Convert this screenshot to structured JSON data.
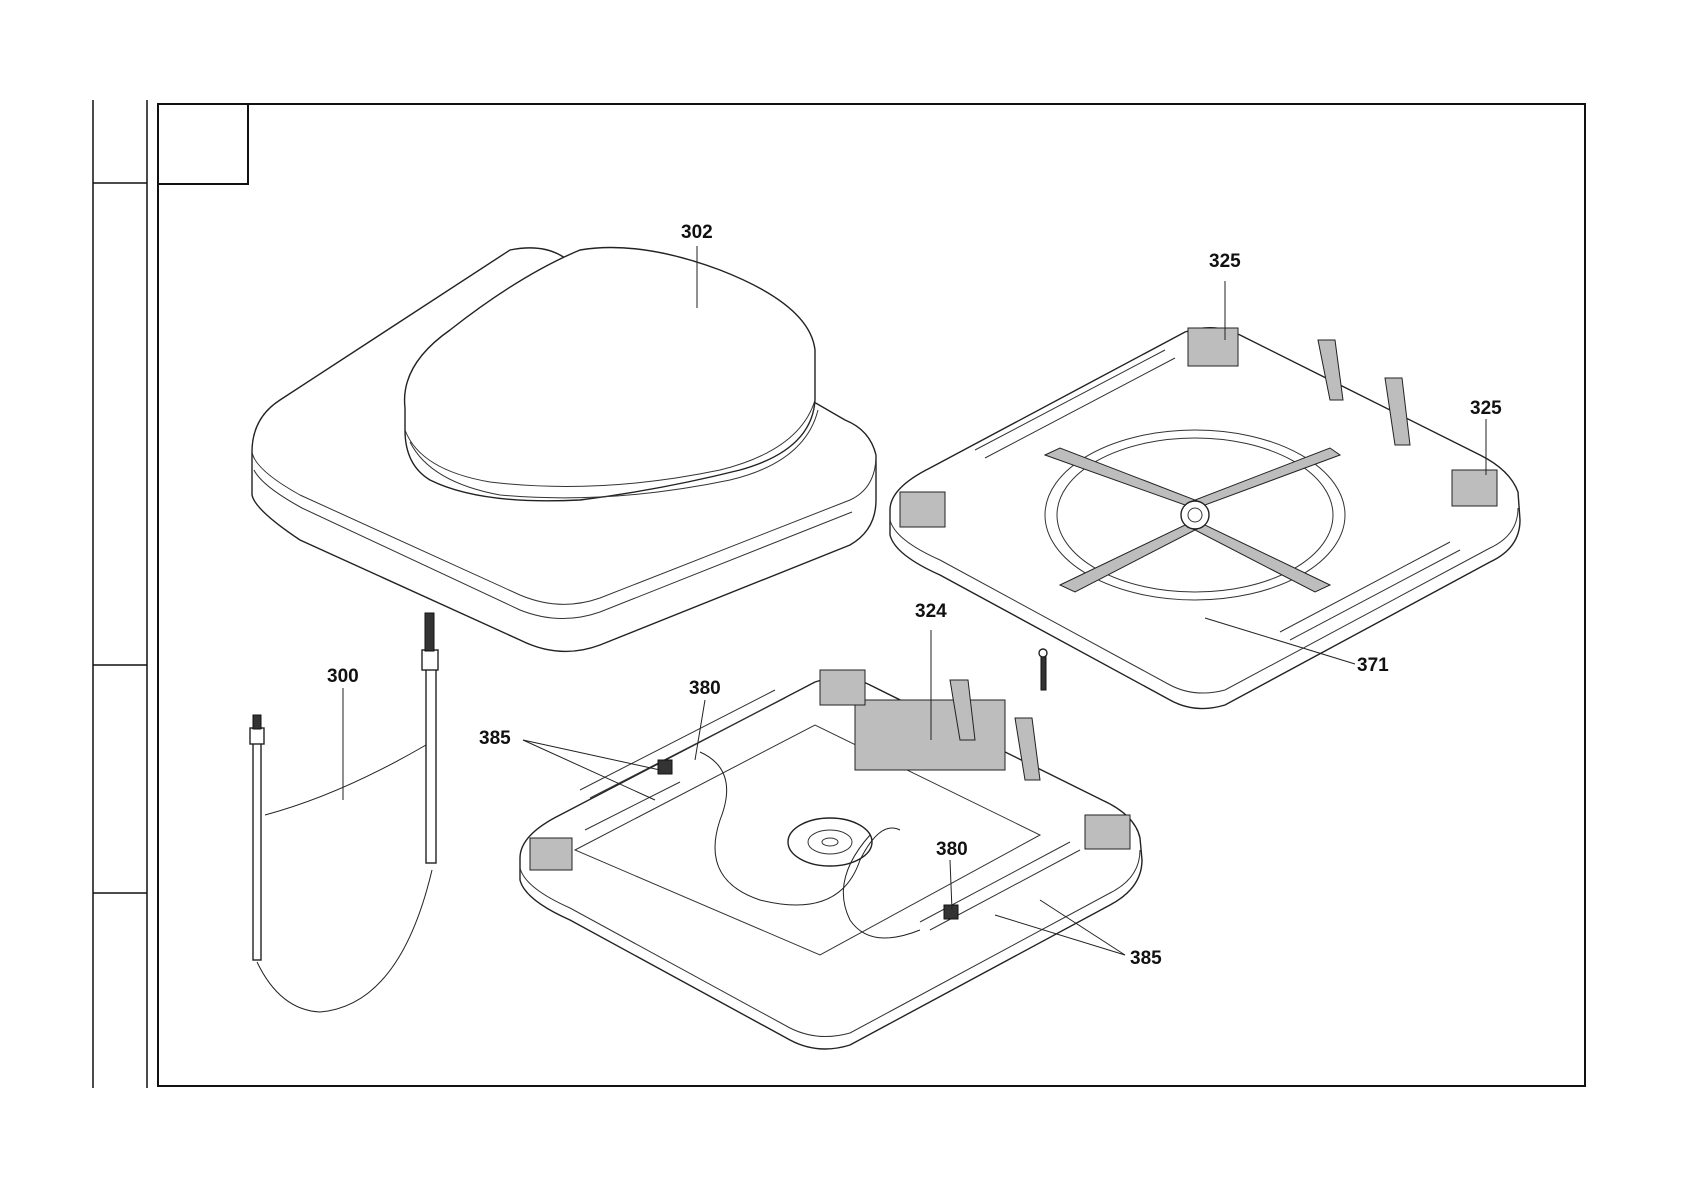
{
  "callouts": {
    "c302": "302",
    "c325a": "325",
    "c325b": "325",
    "c300": "300",
    "c324": "324",
    "c371": "371",
    "c380a": "380",
    "c380b": "380",
    "c385a": "385",
    "c385b": "385"
  }
}
